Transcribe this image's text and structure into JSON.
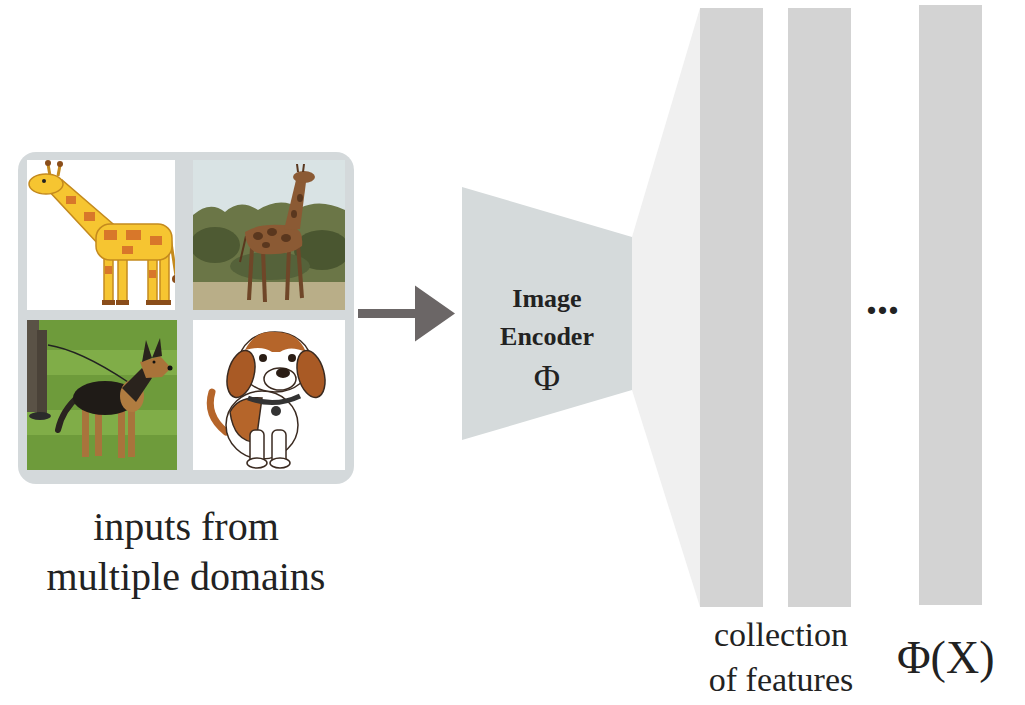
{
  "diagram": {
    "nodes": [
      {
        "text": [
          "inputs from multiple domains"
        ]
      },
      {
        "text": [
          "Image Encoder",
          "Φ"
        ]
      }
    ],
    "edges": [
      {
        "from": 0,
        "to": 1,
        "arrow": "to"
      }
    ],
    "labels": [
      "...",
      "collection of features",
      "Φ(X)"
    ]
  }
}
